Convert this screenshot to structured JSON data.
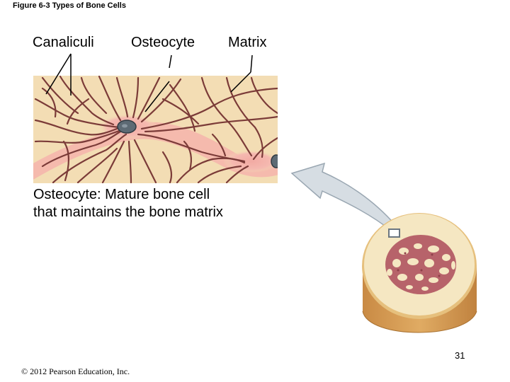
{
  "figure": {
    "title": "Figure 6-3 Types of Bone Cells",
    "labels": {
      "canaliculi": "Canaliculi",
      "osteocyte": "Osteocyte",
      "matrix": "Matrix"
    },
    "caption_line1": "Osteocyte: Mature bone cell",
    "caption_line2": "that maintains the bone matrix"
  },
  "footer": {
    "page_number": "31",
    "copyright": "© 2012 Pearson Education, Inc."
  },
  "colors": {
    "matrix_fill": "#f3ddb4",
    "canaliculi_stroke": "#7b3b38",
    "cell_glow": "#f2aaa3",
    "nucleus": "#5d6a74",
    "spongy_bone": "#b7636a",
    "compact_bone": "#f5e7c2",
    "periosteum": "#d99c52",
    "arrow_fill": "#d6dde3"
  }
}
